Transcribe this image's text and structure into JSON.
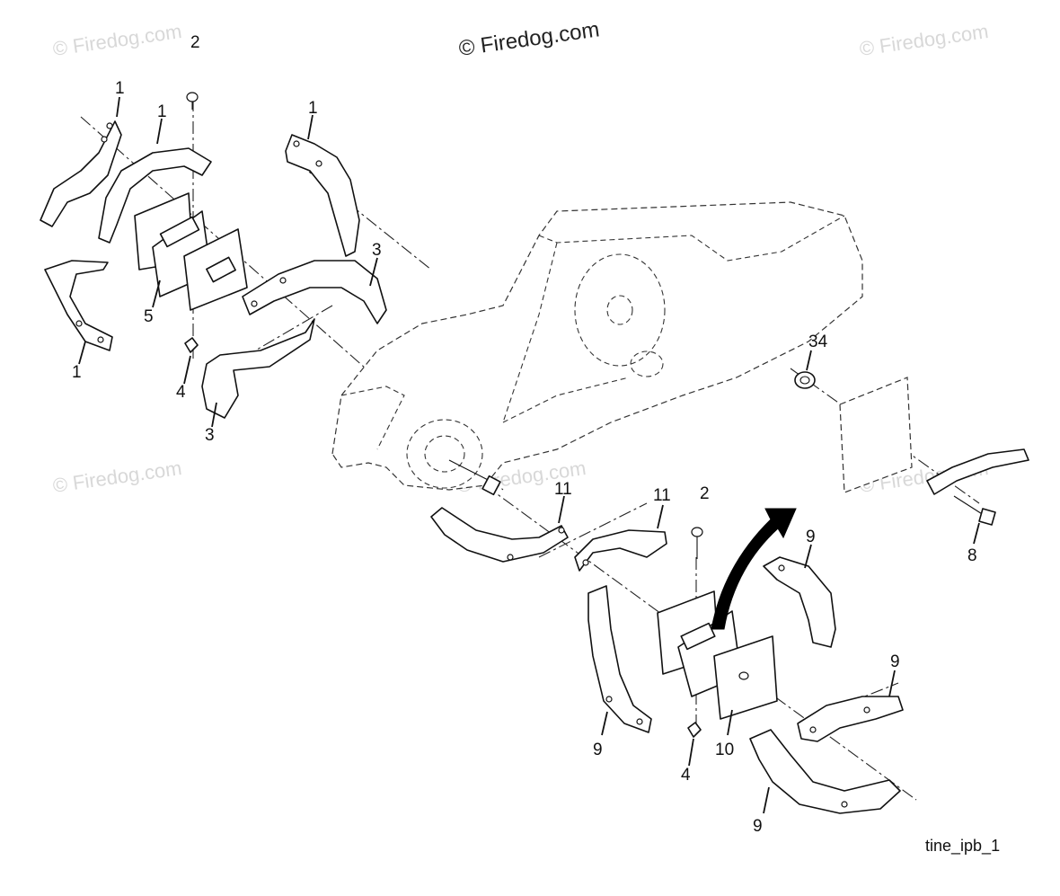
{
  "watermarks": {
    "main": "© Firedog.com",
    "faint": "© Firedog.com"
  },
  "caption": "tine_ipb_1",
  "callouts": [
    {
      "id": "c1a",
      "label": "1"
    },
    {
      "id": "c1b",
      "label": "1"
    },
    {
      "id": "c1c",
      "label": "1"
    },
    {
      "id": "c1d",
      "label": "1"
    },
    {
      "id": "c2a",
      "label": "2"
    },
    {
      "id": "c2b",
      "label": "2"
    },
    {
      "id": "c3a",
      "label": "3"
    },
    {
      "id": "c3b",
      "label": "3"
    },
    {
      "id": "c4a",
      "label": "4"
    },
    {
      "id": "c4b",
      "label": "4"
    },
    {
      "id": "c5",
      "label": "5"
    },
    {
      "id": "c8",
      "label": "8"
    },
    {
      "id": "c9a",
      "label": "9"
    },
    {
      "id": "c9b",
      "label": "9"
    },
    {
      "id": "c9c",
      "label": "9"
    },
    {
      "id": "c9d",
      "label": "9"
    },
    {
      "id": "c10",
      "label": "10"
    },
    {
      "id": "c11a",
      "label": "11"
    },
    {
      "id": "c11b",
      "label": "11"
    },
    {
      "id": "c34",
      "label": "34"
    }
  ],
  "colors": {
    "line": "#111111",
    "watermark": "#d8d8d8",
    "arrow": "#000000"
  }
}
